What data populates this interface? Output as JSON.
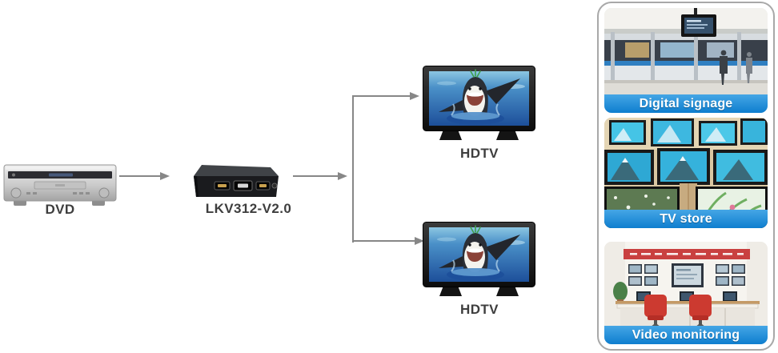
{
  "diagram": {
    "source_label": "DVD",
    "splitter_label": "LKV312-V2.0",
    "output_top_label": "HDTV",
    "output_bottom_label": "HDTV"
  },
  "applications": [
    {
      "label": "Digital signage",
      "scene": "subway-station-displays"
    },
    {
      "label": "TV store",
      "scene": "tv-store-display-wall"
    },
    {
      "label": "Video monitoring",
      "scene": "security-control-room"
    }
  ],
  "colors": {
    "banner_blue_top": "#45a6e5",
    "banner_blue_bottom": "#0e7ecf",
    "arrow_gray": "#878787",
    "label_text": "#3e3e3e",
    "panel_border": "#a8a8a8"
  }
}
